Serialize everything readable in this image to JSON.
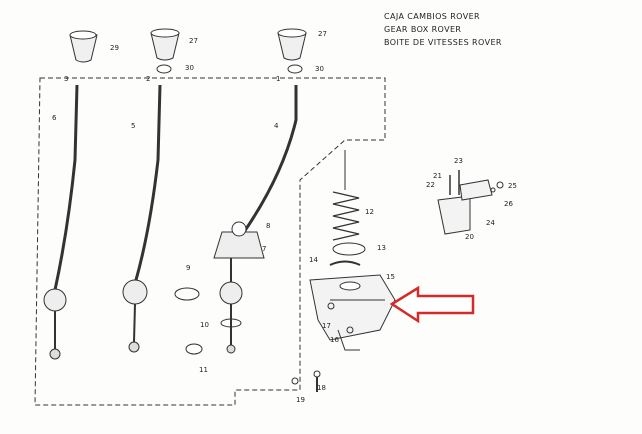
{
  "title_lines": [
    "CAJA CAMBIOS ROVER",
    "GEAR BOX ROVER",
    "BOITE DE VITESSES ROVER"
  ],
  "gear_numbers": [
    "3",
    "2",
    "1"
  ],
  "callouts": {
    "c29": "29",
    "c27a": "27",
    "c27b": "27",
    "c30a": "30",
    "c30b": "30",
    "c6": "6",
    "c5": "5",
    "c4": "4",
    "c8": "8",
    "c7": "7",
    "c9": "9",
    "c10": "10",
    "c11": "11",
    "c12": "12",
    "c13": "13",
    "c14": "14",
    "c15": "15",
    "c16": "16",
    "c17": "17",
    "c18": "18",
    "c19": "19",
    "c20": "20",
    "c21": "21",
    "c22": "22",
    "c23": "23",
    "c24": "24",
    "c25": "25",
    "c26": "26"
  },
  "colors": {
    "ink": "#333333",
    "arrow": "#d42a2a",
    "paper": "#fdfdfb"
  }
}
